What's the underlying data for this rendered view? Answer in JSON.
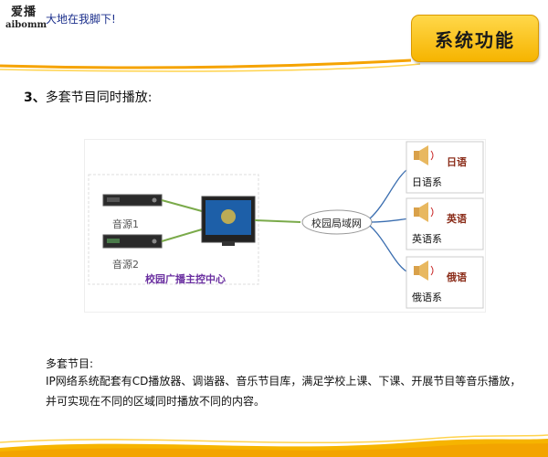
{
  "header": {
    "logo_cn": "爱播",
    "logo_en": "aibomm",
    "slogan": "大地在我脚下!",
    "title": "系统功能"
  },
  "heading": {
    "number": "3、",
    "text": "多套节目同时播放:"
  },
  "diagram": {
    "source1": "音源1",
    "source2": "音源2",
    "center": "校园广播主控中心",
    "network": "校园局域网",
    "zones": [
      {
        "title": "日语",
        "sub": "日语系"
      },
      {
        "title": "英语",
        "sub": "英语系"
      },
      {
        "title": "俄语",
        "sub": "俄语系"
      }
    ]
  },
  "description": {
    "title": "多套节目:",
    "body": "IP网络系统配套有CD播放器、调谐器、音乐节目库，满足学校上课、下课、开展节目等音乐播放，并可实现在不同的区域同时播放不同的内容。"
  },
  "colors": {
    "accent": "#f6b400",
    "wave": "#f5a300"
  }
}
